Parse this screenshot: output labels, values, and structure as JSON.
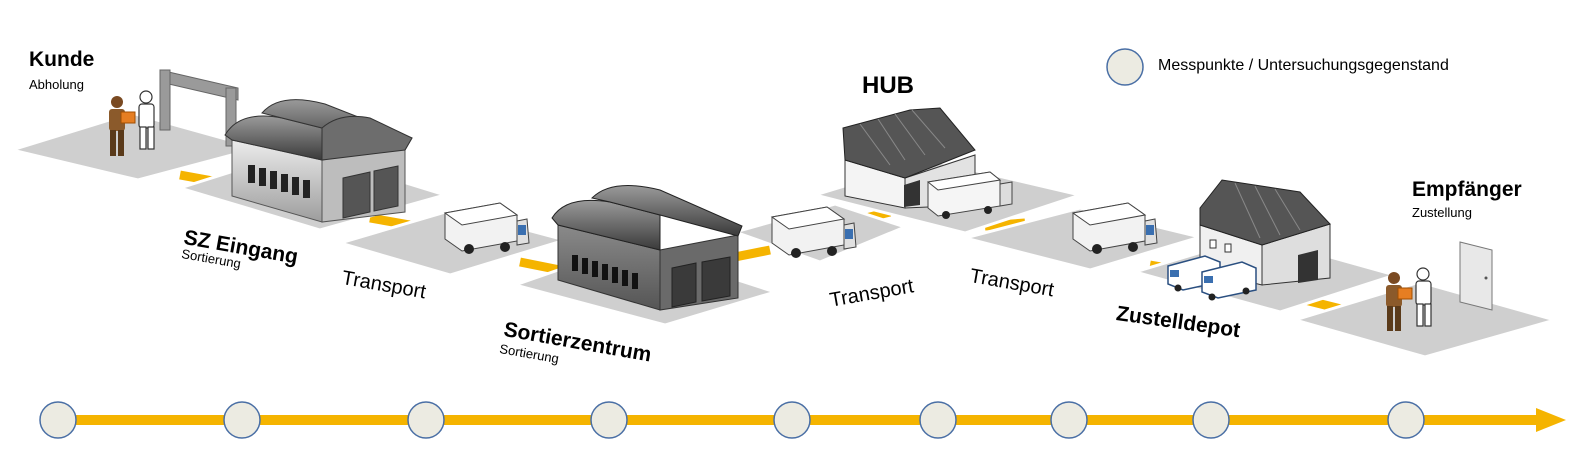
{
  "legend": {
    "text": "Messpunkte / Untersuchungsgegenstand",
    "icon": "measuring-point-circle"
  },
  "stations": {
    "kunde": {
      "title": "Kunde",
      "subtitle": "Abholung"
    },
    "sz_eingang": {
      "title": "SZ Eingang",
      "subtitle": "Sortierung"
    },
    "transport1": {
      "title": "Transport"
    },
    "sortierzentrum": {
      "title": "Sortierzentrum",
      "subtitle": "Sortierung"
    },
    "transport2": {
      "title": "Transport"
    },
    "hub": {
      "title": "HUB"
    },
    "transport3": {
      "title": "Transport"
    },
    "zustelldepot": {
      "title": "Zustelldepot"
    },
    "empfaenger": {
      "title": "Empfänger",
      "subtitle": "Zustellung"
    }
  },
  "timeline": {
    "points": 9,
    "color": "#f5b400",
    "point_fill": "#ecebe2",
    "point_stroke": "#4a6fa5"
  },
  "colors": {
    "platform": "#cfcfcf",
    "connector": "#f5b400",
    "building_dark": "#555555"
  }
}
